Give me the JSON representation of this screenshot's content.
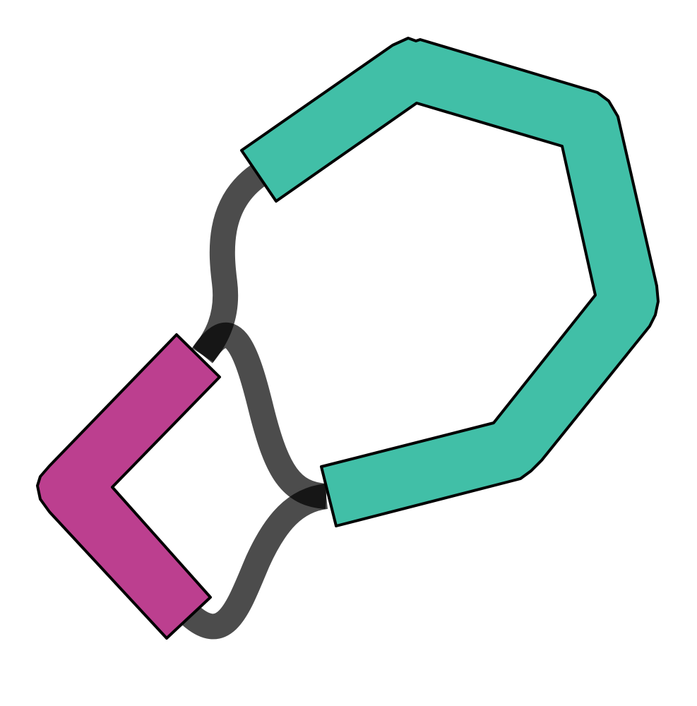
{
  "diagram": {
    "colors": {
      "background": "#ffffff",
      "connector": "#000000",
      "connector_opacity": 0.7,
      "outline": "#000000",
      "teal_segment": "#41bfa7",
      "magenta_segment": "#bc3f8f"
    },
    "segments": [
      {
        "id": "teal-segment",
        "color_key": "teal_segment"
      },
      {
        "id": "magenta-segment",
        "color_key": "magenta_segment"
      }
    ],
    "connectors": [
      {
        "id": "connector-teal-to-magenta-upper"
      },
      {
        "id": "connector-magenta-to-teal-middle"
      },
      {
        "id": "connector-teal-to-magenta-lower"
      }
    ]
  }
}
